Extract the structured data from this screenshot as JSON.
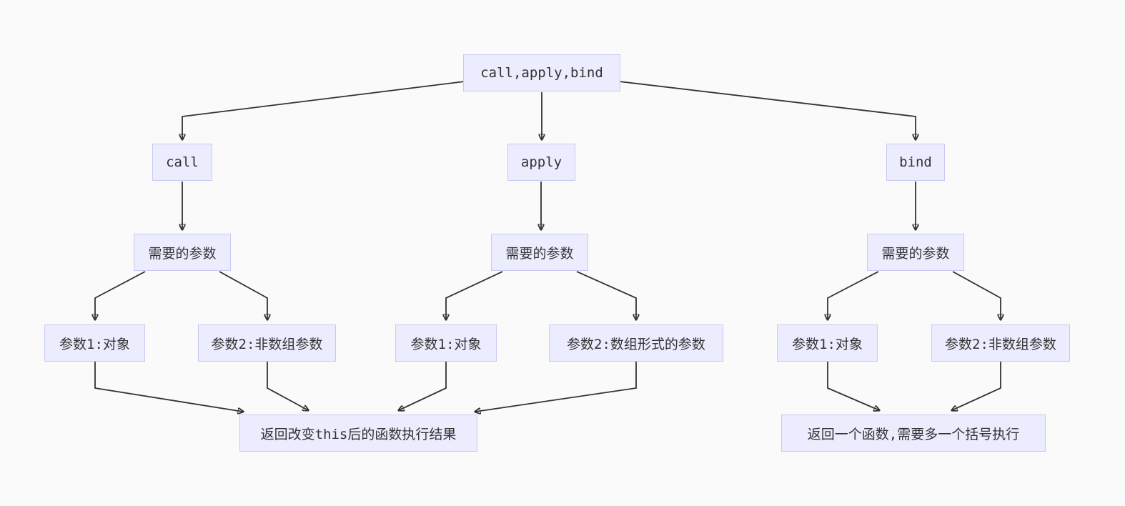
{
  "theme": {
    "page-bg": "#fafafa",
    "node-fill": "#ececff",
    "node-border": "#c9c9f2",
    "edge-color": "#333333",
    "text-color": "#333333"
  },
  "diagram": {
    "type": "flowchart",
    "direction": "top-down",
    "nodes": {
      "root": {
        "label": "call,apply,bind"
      },
      "call": {
        "label": "call"
      },
      "apply": {
        "label": "apply"
      },
      "bind": {
        "label": "bind"
      },
      "call_params": {
        "label": "需要的参数"
      },
      "apply_params": {
        "label": "需要的参数"
      },
      "bind_params": {
        "label": "需要的参数"
      },
      "call_arg1": {
        "label": "参数1:对象"
      },
      "call_arg2": {
        "label": "参数2:非数组参数"
      },
      "apply_arg1": {
        "label": "参数1:对象"
      },
      "apply_arg2": {
        "label": "参数2:数组形式的参数"
      },
      "bind_arg1": {
        "label": "参数1:对象"
      },
      "bind_arg2": {
        "label": "参数2:非数组参数"
      },
      "result_call_apply": {
        "label": "返回改变this后的函数执行结果"
      },
      "result_bind": {
        "label": "返回一个函数,需要多一个括号执行"
      }
    },
    "edges": [
      {
        "from": "root",
        "to": "call"
      },
      {
        "from": "root",
        "to": "apply"
      },
      {
        "from": "root",
        "to": "bind"
      },
      {
        "from": "call",
        "to": "call_params"
      },
      {
        "from": "apply",
        "to": "apply_params"
      },
      {
        "from": "bind",
        "to": "bind_params"
      },
      {
        "from": "call_params",
        "to": "call_arg1"
      },
      {
        "from": "call_params",
        "to": "call_arg2"
      },
      {
        "from": "apply_params",
        "to": "apply_arg1"
      },
      {
        "from": "apply_params",
        "to": "apply_arg2"
      },
      {
        "from": "bind_params",
        "to": "bind_arg1"
      },
      {
        "from": "bind_params",
        "to": "bind_arg2"
      },
      {
        "from": "call_arg1",
        "to": "result_call_apply"
      },
      {
        "from": "call_arg2",
        "to": "result_call_apply"
      },
      {
        "from": "apply_arg1",
        "to": "result_call_apply"
      },
      {
        "from": "apply_arg2",
        "to": "result_call_apply"
      },
      {
        "from": "bind_arg1",
        "to": "result_bind"
      },
      {
        "from": "bind_arg2",
        "to": "result_bind"
      }
    ]
  }
}
